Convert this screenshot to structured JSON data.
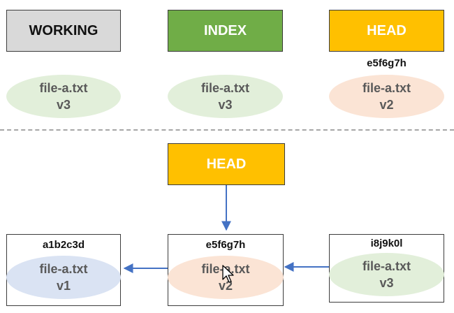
{
  "areas": {
    "working": "WORKING",
    "index": "INDEX",
    "head": "HEAD"
  },
  "top": {
    "working_file": {
      "name": "file-a.txt",
      "version": "v3"
    },
    "index_file": {
      "name": "file-a.txt",
      "version": "v3"
    },
    "head_hash": "e5f6g7h",
    "head_file": {
      "name": "file-a.txt",
      "version": "v2"
    }
  },
  "bottom": {
    "head_label": "HEAD",
    "commits": [
      {
        "hash": "a1b2c3d",
        "name": "file-a.txt",
        "version": "v1"
      },
      {
        "hash": "e5f6g7h",
        "name": "file-a.txt",
        "version": "v2"
      },
      {
        "hash": "i8j9k0l",
        "name": "file-a.txt",
        "version": "v3"
      }
    ]
  },
  "colors": {
    "working": "#d9d9d9",
    "index": "#70ad47",
    "head": "#ffc000",
    "green_file": "#e2efda",
    "orange_file": "#fbe4d5",
    "blue_file": "#dae3f3",
    "arrow": "#4472c4"
  },
  "icons": {
    "cursor": "mouse-pointer-icon"
  }
}
